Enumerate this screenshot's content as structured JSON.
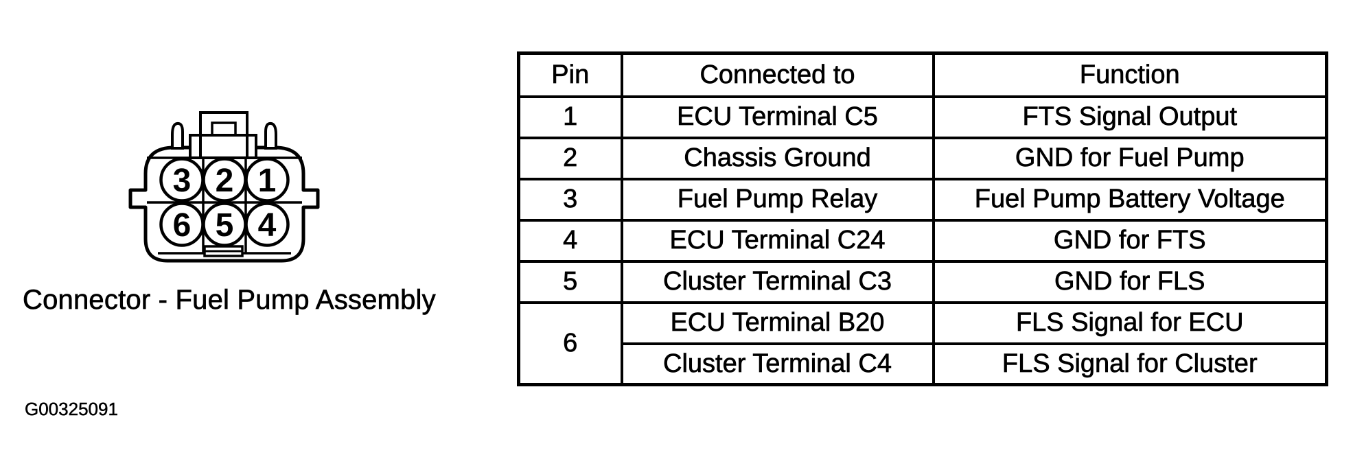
{
  "colors": {
    "ink": "#000000",
    "paper": "#ffffff"
  },
  "diagram": {
    "caption": "Connector - Fuel Pump Assembly",
    "figure_code": "G00325091",
    "connector": {
      "pin_labels": [
        "3",
        "2",
        "1",
        "6",
        "5",
        "4"
      ]
    }
  },
  "pin_table": {
    "headers": [
      "Pin",
      "Connected to",
      "Function"
    ],
    "rows": [
      {
        "pin": "1",
        "connected_to": "ECU Terminal C5",
        "function": "FTS Signal Output"
      },
      {
        "pin": "2",
        "connected_to": "Chassis Ground",
        "function": "GND for Fuel Pump"
      },
      {
        "pin": "3",
        "connected_to": "Fuel Pump Relay",
        "function": "Fuel Pump Battery Voltage"
      },
      {
        "pin": "4",
        "connected_to": "ECU Terminal C24",
        "function": "GND for FTS"
      },
      {
        "pin": "5",
        "connected_to": "Cluster Terminal C3",
        "function": "GND for FLS"
      }
    ],
    "merged_row": {
      "pin": "6",
      "entries": [
        {
          "connected_to": "ECU Terminal B20",
          "function": "FLS Signal for ECU"
        },
        {
          "connected_to": "Cluster Terminal C4",
          "function": "FLS Signal for Cluster"
        }
      ]
    }
  }
}
